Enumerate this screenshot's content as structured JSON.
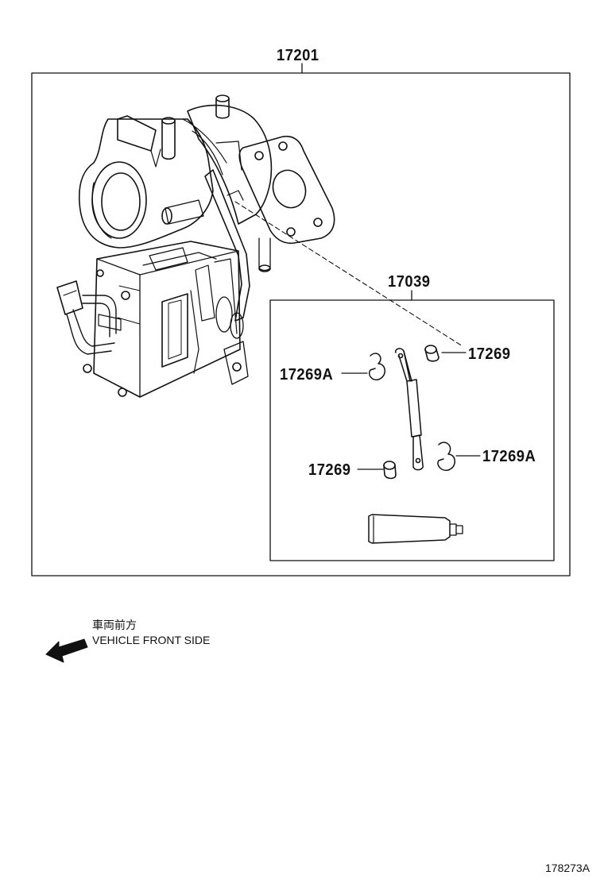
{
  "callouts": {
    "assembly": "17201",
    "link_kit": "17039",
    "bush_top": "17269",
    "clip_left": "17269A",
    "bush_bottom": "17269",
    "clip_right": "17269A"
  },
  "direction_note": {
    "japanese": "車両前方",
    "english": "VEHICLE FRONT SIDE"
  },
  "illustration_id": "178273A"
}
